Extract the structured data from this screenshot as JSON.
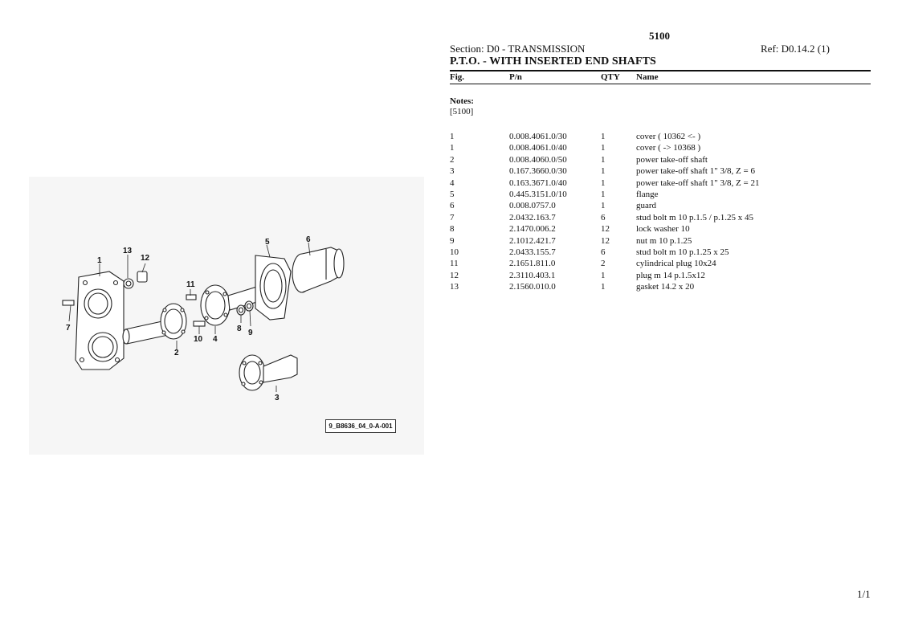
{
  "header": {
    "model": "5100",
    "section": "Section: D0 - TRANSMISSION",
    "ref": "Ref: D0.14.2 (1)",
    "title": "P.T.O. - WITH INSERTED END SHAFTS"
  },
  "columns": {
    "fig": "Fig.",
    "pn": "P/n",
    "qty": "QTY",
    "name": "Name"
  },
  "notes": {
    "label": "Notes:",
    "value": "[5100]"
  },
  "parts": [
    {
      "fig": "1",
      "pn": "0.008.4061.0/30",
      "qty": "1",
      "name": "cover ( 10362 <- )"
    },
    {
      "fig": "1",
      "pn": "0.008.4061.0/40",
      "qty": "1",
      "name": "cover ( -> 10368 )"
    },
    {
      "fig": "2",
      "pn": "0.008.4060.0/50",
      "qty": "1",
      "name": "power take-off shaft"
    },
    {
      "fig": "3",
      "pn": "0.167.3660.0/30",
      "qty": "1",
      "name": "power take-off shaft 1\" 3/8, Z = 6"
    },
    {
      "fig": "4",
      "pn": "0.163.3671.0/40",
      "qty": "1",
      "name": "power take-off shaft 1\" 3/8, Z = 21"
    },
    {
      "fig": "5",
      "pn": "0.445.3151.0/10",
      "qty": "1",
      "name": "flange"
    },
    {
      "fig": "6",
      "pn": "0.008.0757.0",
      "qty": "1",
      "name": "guard"
    },
    {
      "fig": "7",
      "pn": "2.0432.163.7",
      "qty": "6",
      "name": "stud bolt m 10 p.1.5 / p.1.25 x 45"
    },
    {
      "fig": "8",
      "pn": "2.1470.006.2",
      "qty": "12",
      "name": "lock washer 10"
    },
    {
      "fig": "9",
      "pn": "2.1012.421.7",
      "qty": "12",
      "name": "nut m 10 p.1.25"
    },
    {
      "fig": "10",
      "pn": "2.0433.155.7",
      "qty": "6",
      "name": "stud bolt m 10 p.1.25 x 25"
    },
    {
      "fig": "11",
      "pn": "2.1651.811.0",
      "qty": "2",
      "name": "cylindrical plug 10x24"
    },
    {
      "fig": "12",
      "pn": "2.3110.403.1",
      "qty": "1",
      "name": "plug m 14 p.1.5x12"
    },
    {
      "fig": "13",
      "pn": "2.1560.010.0",
      "qty": "1",
      "name": "gasket 14.2 x 20"
    }
  ],
  "figure": {
    "id": "9_B8636_04_0-A-001",
    "callouts": [
      "1",
      "2",
      "3",
      "4",
      "5",
      "6",
      "7",
      "8",
      "9",
      "10",
      "11",
      "12",
      "13"
    ]
  },
  "footer": {
    "page": "1/1"
  }
}
